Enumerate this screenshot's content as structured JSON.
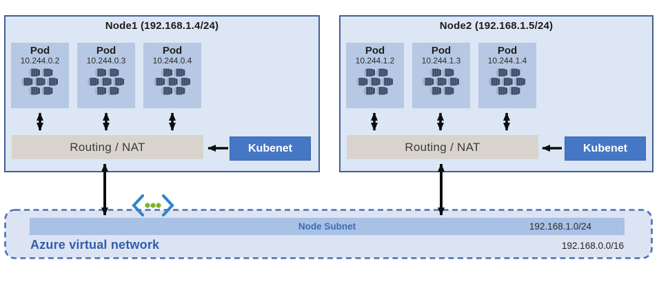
{
  "diagram": {
    "nodes": [
      {
        "title": "Node1 (192.168.1.4/24)",
        "pods": [
          {
            "label": "Pod",
            "ip": "10.244.0.2"
          },
          {
            "label": "Pod",
            "ip": "10.244.0.3"
          },
          {
            "label": "Pod",
            "ip": "10.244.0.4"
          }
        ],
        "routing_label": "Routing / NAT",
        "kubenet_label": "Kubenet"
      },
      {
        "title": "Node2 (192.168.1.5/24)",
        "pods": [
          {
            "label": "Pod",
            "ip": "10.244.1.2"
          },
          {
            "label": "Pod",
            "ip": "10.244.1.3"
          },
          {
            "label": "Pod",
            "ip": "10.244.1.4"
          }
        ],
        "routing_label": "Routing / NAT",
        "kubenet_label": "Kubenet"
      }
    ],
    "vnet": {
      "label": "Azure virtual network",
      "subnet_label": "Node Subnet",
      "subnet_cidr": "192.168.1.0/24",
      "vnet_cidr": "192.168.0.0/16"
    },
    "icons": {
      "pod": "container-cluster-icon",
      "vnet": "virtual-network-icon"
    },
    "colors": {
      "node_fill": "#dce6f4",
      "node_border": "#41608f",
      "pod_fill": "#b7c8e4",
      "routing_fill": "#d8d4cd",
      "kubenet_fill": "#4677c5",
      "subnet_bar_fill": "#a8c1e5",
      "subnet_label": "#3e6cb5",
      "vnet_label": "#2f5ea9",
      "vnet_border": "#4a6fb5",
      "container_dark": "#3d4d68",
      "chevron_blue": "#2e86c8",
      "dot_green": "#7db728",
      "arrow": "#0d0d0d"
    }
  }
}
